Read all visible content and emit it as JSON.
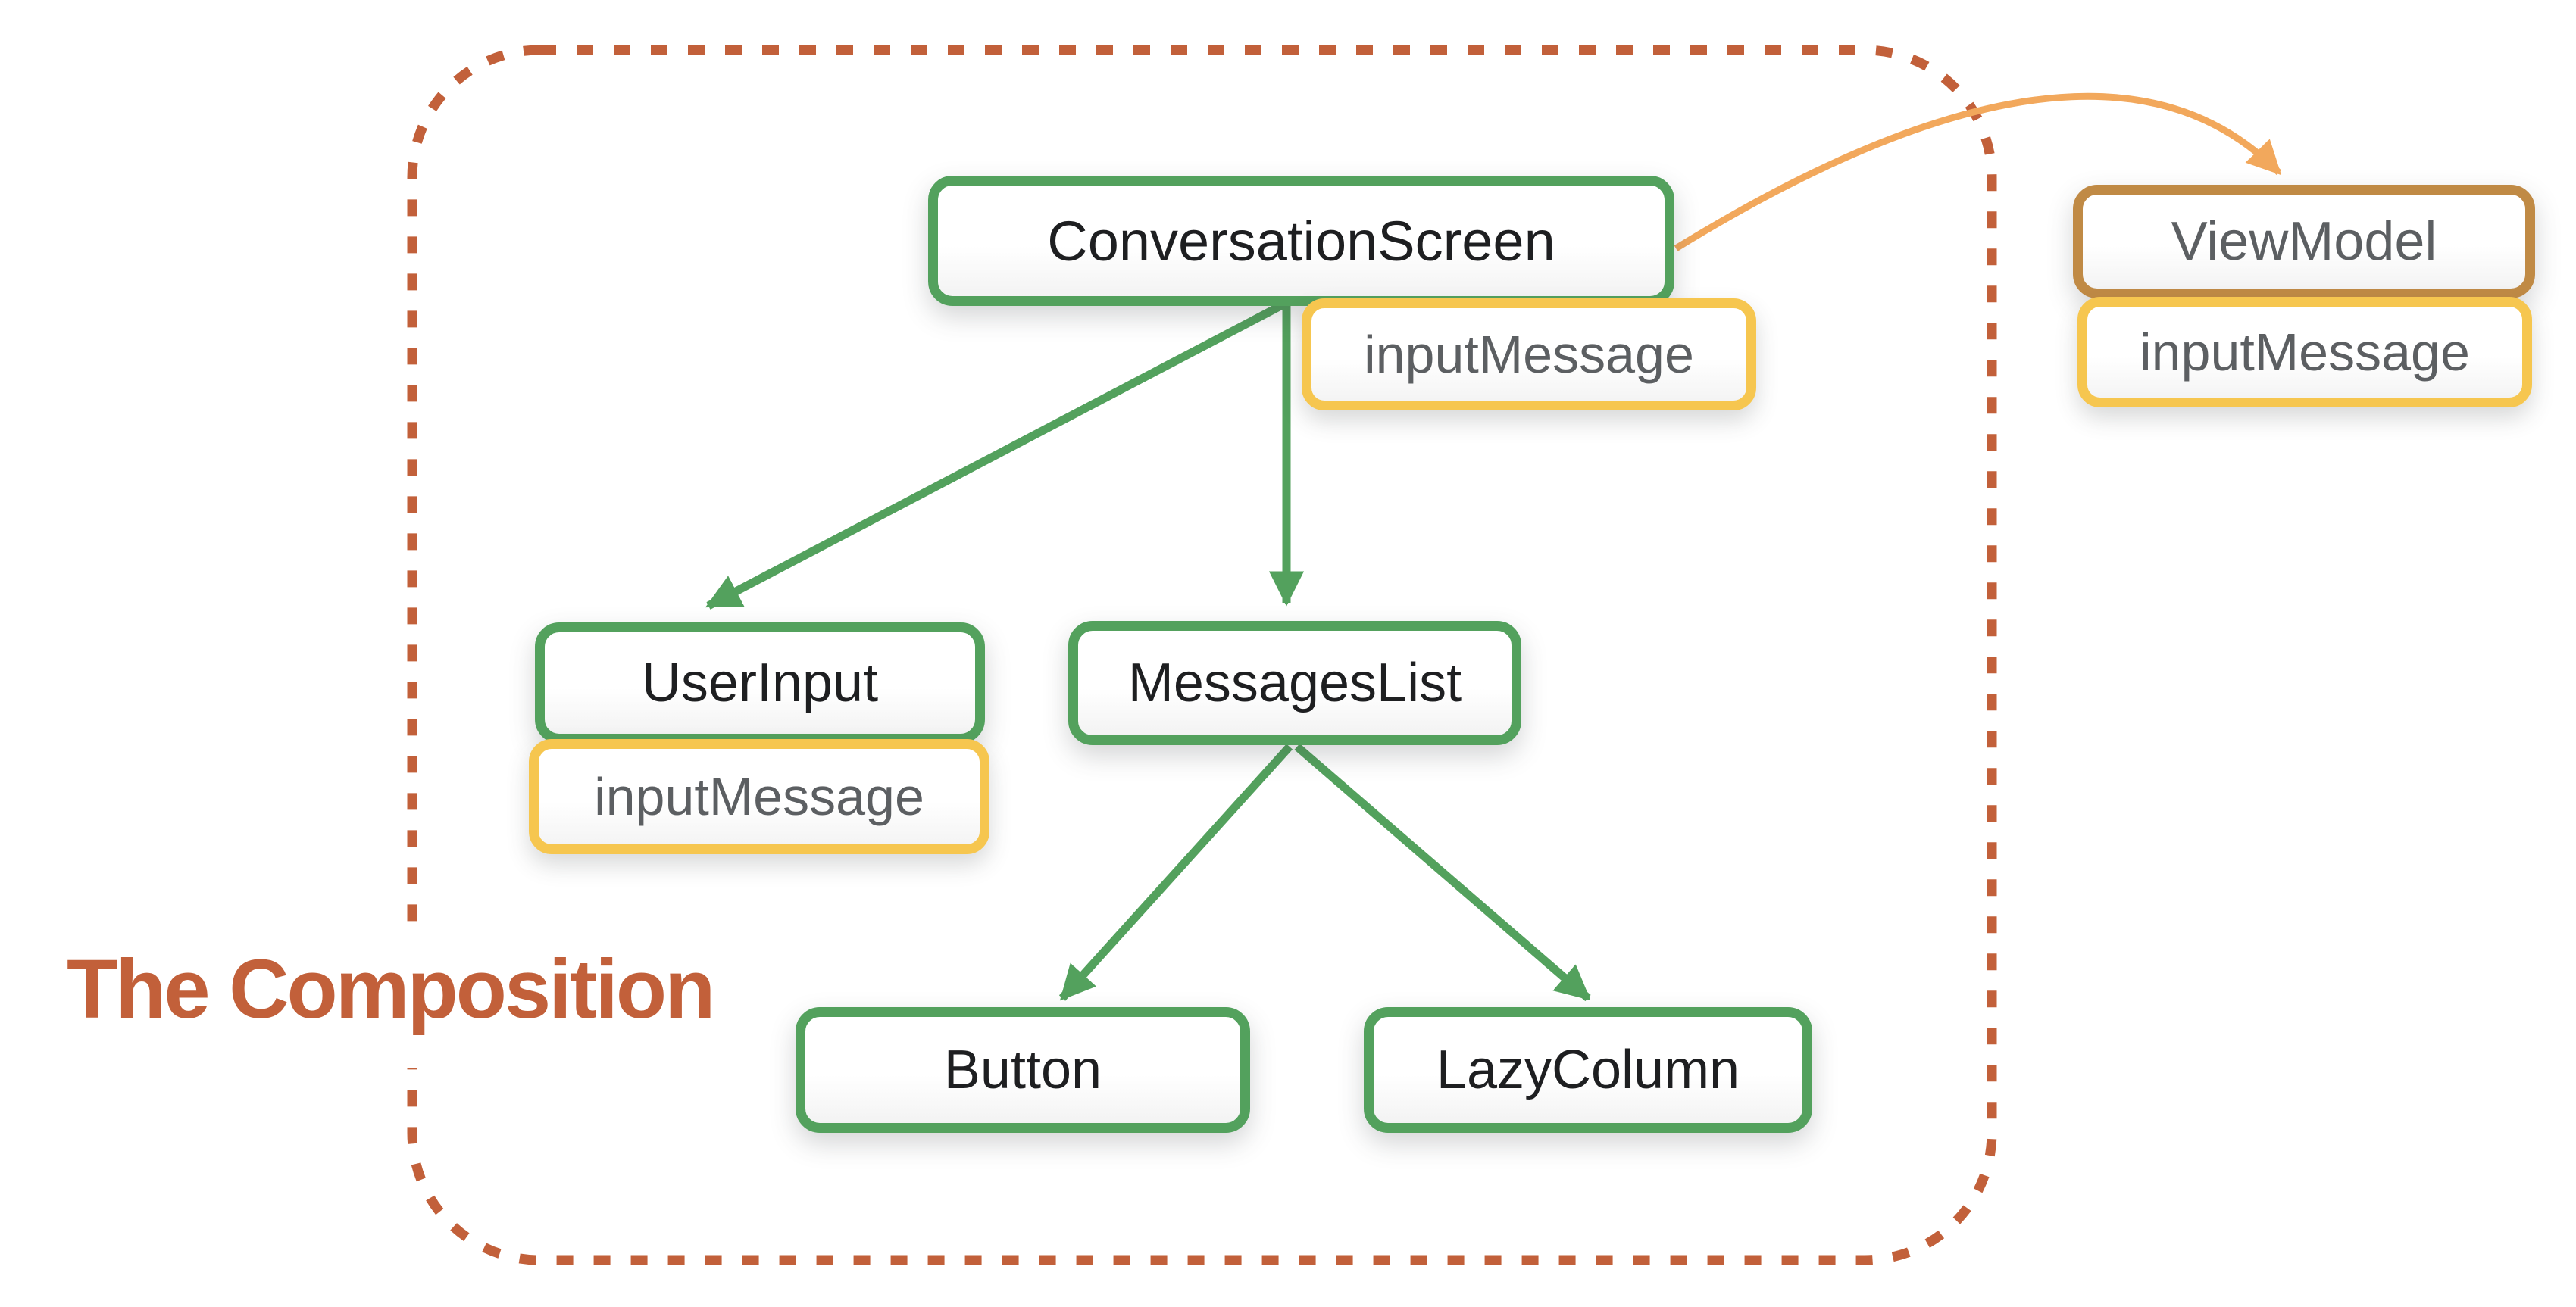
{
  "title": {
    "text": "The Composition"
  },
  "colors": {
    "green": "#53A15D",
    "yellow": "#F6C64F",
    "ochre": "#C08A45",
    "orange": "#F2A85C",
    "sienna": "#C2603A",
    "textDark": "#1E1F21",
    "textGray": "#5C5F62",
    "pageBg": "#ffffff"
  },
  "nodes": {
    "conversation_screen": {
      "label": "ConversationScreen"
    },
    "user_input": {
      "label": "UserInput"
    },
    "messages_list": {
      "label": "MessagesList"
    },
    "button": {
      "label": "Button"
    },
    "lazy_column": {
      "label": "LazyColumn"
    },
    "view_model": {
      "label": "ViewModel"
    }
  },
  "badges": {
    "conversation_screen": {
      "label": "inputMessage"
    },
    "user_input": {
      "label": "inputMessage"
    },
    "view_model": {
      "label": "inputMessage"
    }
  },
  "edges": [
    {
      "from": "ConversationScreen",
      "to": "UserInput",
      "color": "green",
      "style": "straight-arrow"
    },
    {
      "from": "ConversationScreen",
      "to": "MessagesList",
      "color": "green",
      "style": "straight-arrow"
    },
    {
      "from": "MessagesList",
      "to": "Button",
      "color": "green",
      "style": "straight-arrow"
    },
    {
      "from": "MessagesList",
      "to": "LazyColumn",
      "color": "green",
      "style": "straight-arrow"
    },
    {
      "from": "ConversationScreen",
      "to": "ViewModel",
      "color": "orange",
      "style": "curved-arrow"
    }
  ],
  "boundary": {
    "label_for": "The Composition",
    "style": "dashed-rounded-rect"
  }
}
